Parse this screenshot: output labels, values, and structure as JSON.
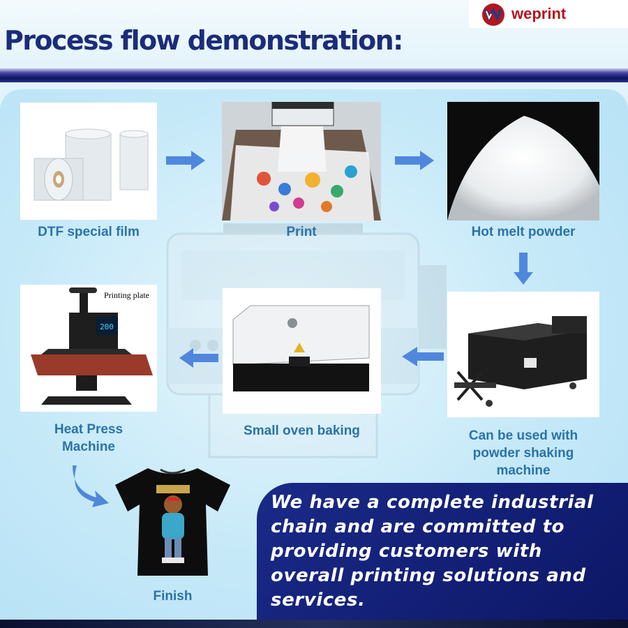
{
  "header": {
    "title": "Process flow demonstration:",
    "brand": "weprint"
  },
  "steps": [
    {
      "id": "film",
      "caption": "DTF special film"
    },
    {
      "id": "print",
      "caption": "Print"
    },
    {
      "id": "powder",
      "caption": "Hot melt powder"
    },
    {
      "id": "shaker",
      "caption": "Can be used with powder shaking machine"
    },
    {
      "id": "oven",
      "caption": "Small oven baking"
    },
    {
      "id": "press",
      "caption": "Heat Press Machine",
      "label": "Printing plate"
    },
    {
      "id": "finish",
      "caption": "Finish"
    }
  ],
  "captions_lines": {
    "shaker": [
      "Can be used with",
      "powder shaking",
      "machine"
    ],
    "press": [
      "Heat Press",
      "Machine"
    ]
  },
  "press_display": "200",
  "slogan": "We have a complete industrial chain and are committed to providing customers with overall printing solutions and services.",
  "slogan_lines": [
    "We have a complete industrial",
    "chain and are committed to",
    "providing customers with",
    "overall printing solutions and",
    "services."
  ],
  "colors": {
    "title": "#1b2c7a",
    "caption": "#2a73a8",
    "arrow": "#4f87dc",
    "slogan_bg": "#13207a",
    "brand_red": "#b3161e",
    "brand_blue": "#1f3a8c"
  },
  "icons": [
    "weprint-logo-icon",
    "arrow-right-icon",
    "arrow-left-icon",
    "arrow-down-icon",
    "arrow-curve-icon"
  ]
}
